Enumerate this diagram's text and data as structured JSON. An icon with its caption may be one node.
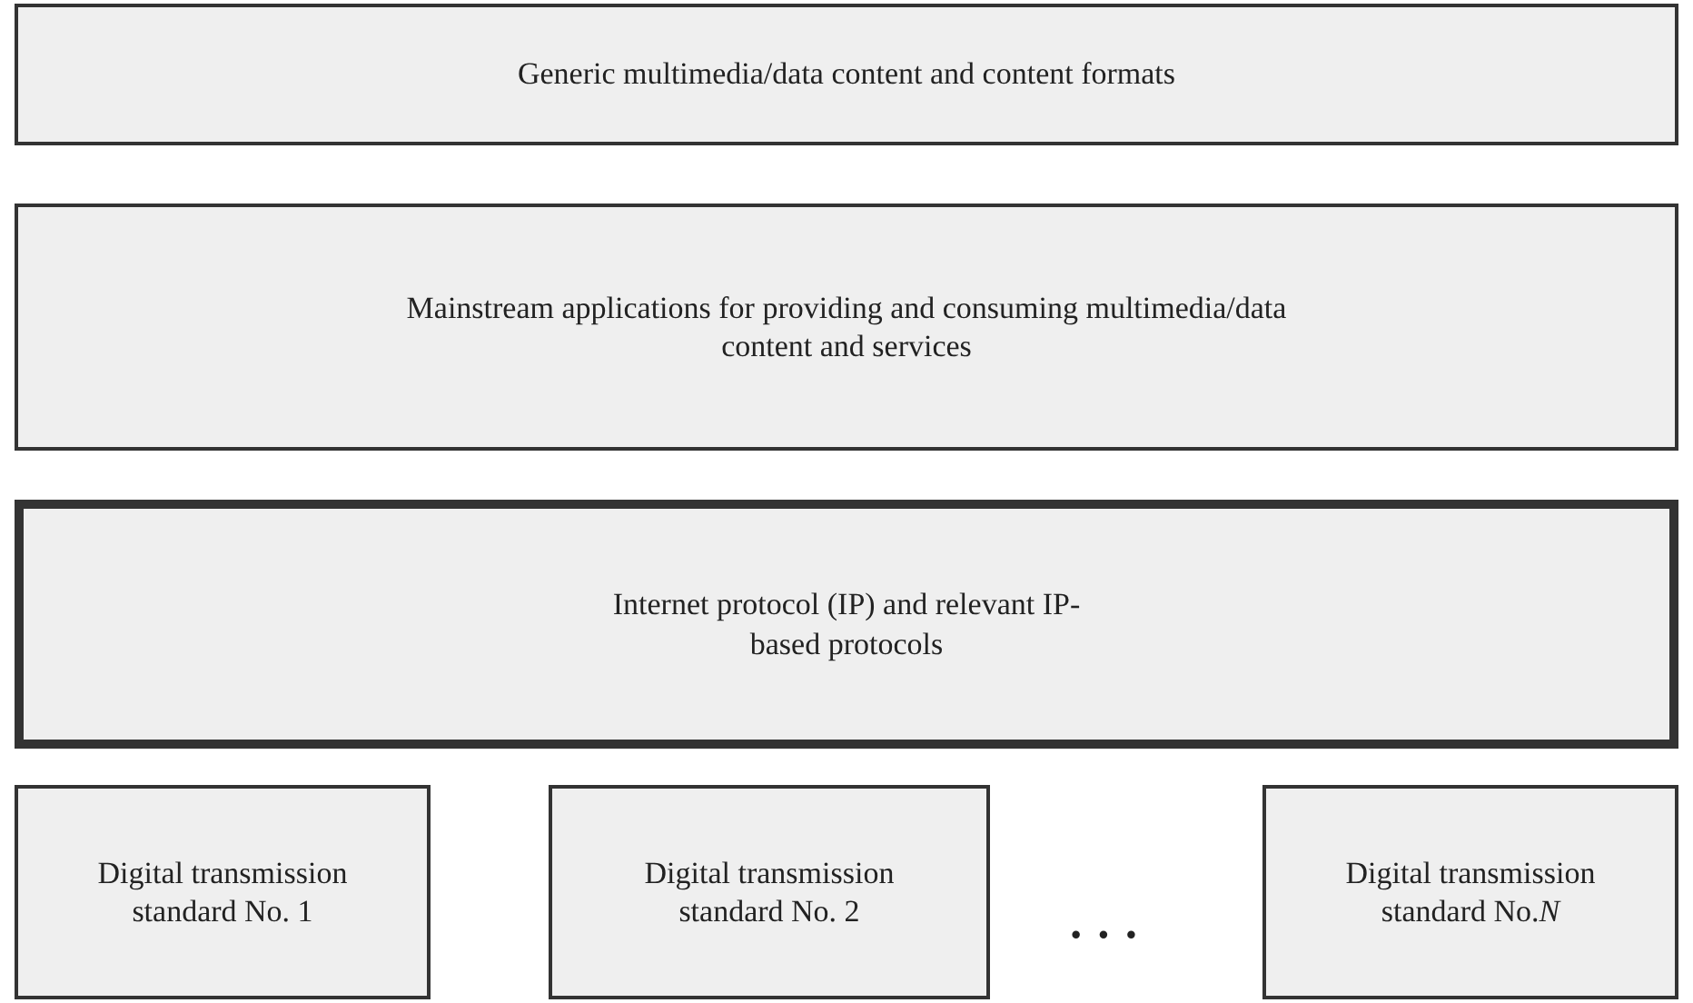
{
  "diagram": {
    "nodes": [
      {
        "text": [
          "Generic multimedia/data content and content formats"
        ]
      },
      {
        "text": [
          "Mainstream applications for providing and consuming multimedia/data content and services"
        ]
      },
      {
        "text": [
          "Internet protocol (IP) and relevant IP-based protocols"
        ]
      },
      {
        "text": [
          "Digital transmission standard No. 1"
        ]
      },
      {
        "text": [
          "Digital transmission standard No. 2"
        ]
      },
      {
        "text": [
          "Digital transmission standard No.*N*"
        ]
      }
    ],
    "edges": [],
    "labels": [
      "· · ·"
    ]
  }
}
